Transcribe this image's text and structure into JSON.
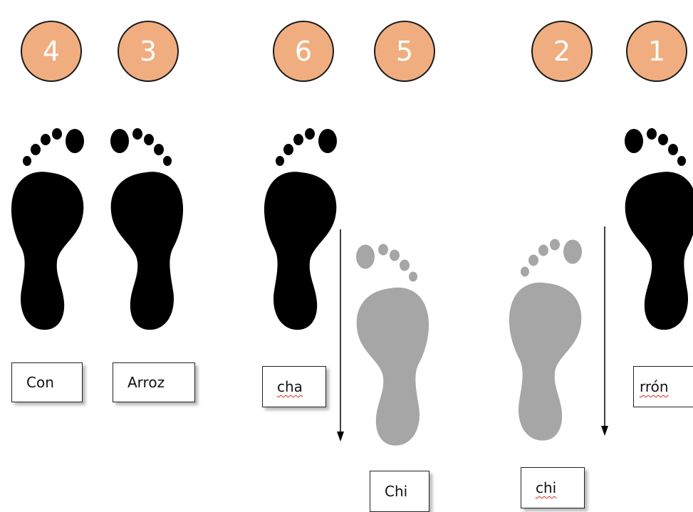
{
  "steps": [
    {
      "number": "4",
      "syllable": "Con"
    },
    {
      "number": "3",
      "syllable": "Arroz"
    },
    {
      "number": "6",
      "syllable": "cha"
    },
    {
      "number": "5",
      "syllable": "Chi"
    },
    {
      "number": "2",
      "syllable": "chi"
    },
    {
      "number": "1",
      "syllable": "rrón"
    }
  ],
  "colors": {
    "circle_fill": "#f0ae80",
    "footprint_dark": "#000000",
    "footprint_light": "#a6a6a6",
    "spell_underline": "#d9261c"
  }
}
